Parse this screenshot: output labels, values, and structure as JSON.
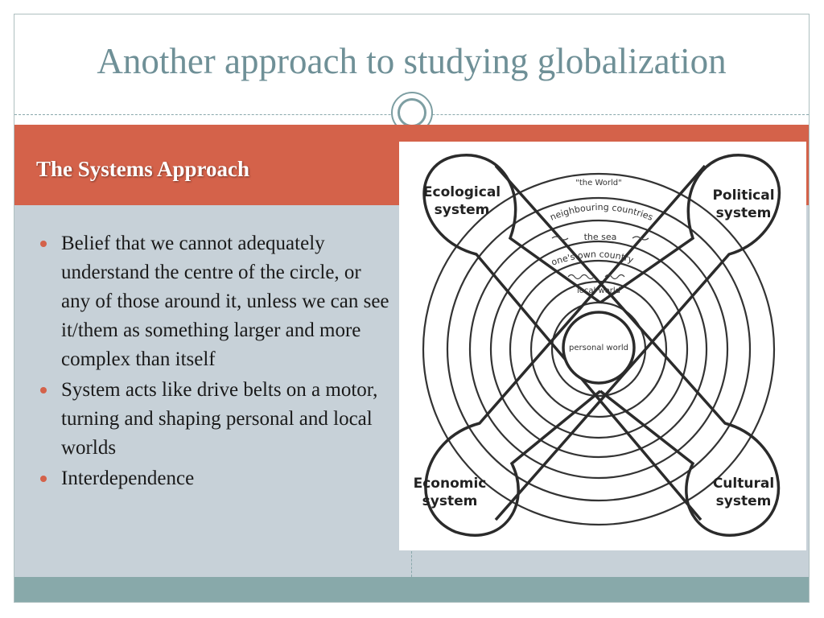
{
  "slide": {
    "title": "Another approach to studying globalization",
    "section_heading": "The Systems Approach",
    "bullets": [
      "Belief that we cannot adequately understand the centre of the circle, or any of those around it, unless we can see it/them as something larger and more complex than itself",
      "System acts like drive belts on a motor, turning and shaping personal and local worlds",
      "Interdependence"
    ]
  },
  "diagram": {
    "systems": {
      "ecological": [
        "Ecological",
        "system"
      ],
      "political": [
        "Political",
        "system"
      ],
      "economic": [
        "Economic",
        "system"
      ],
      "cultural": [
        "Cultural",
        "system"
      ]
    },
    "rings": {
      "world": "\"the World\"",
      "neighbouring": "neighbouring countries",
      "sea": "the sea",
      "own_country": "one's own country",
      "local": "local world",
      "personal": "personal world"
    }
  },
  "colors": {
    "title": "#6f9097",
    "accent": "#d4624a",
    "panel": "#c7d1d8",
    "bottom_bar": "#88a9aa"
  }
}
